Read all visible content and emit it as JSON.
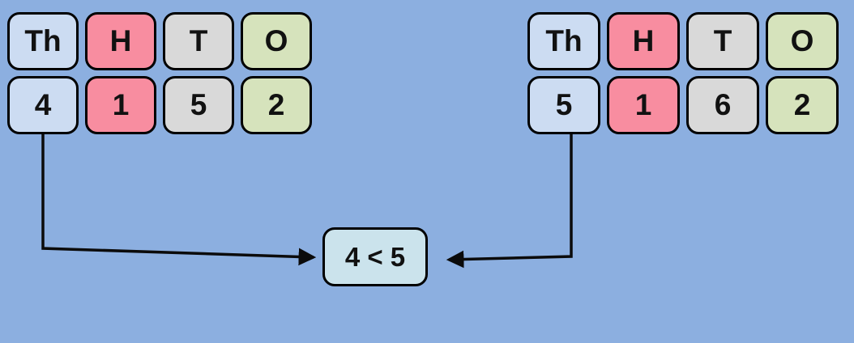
{
  "colors": {
    "background": "#8cafe0",
    "cell-border": "#000000",
    "thousands": "#ccdcf2",
    "hundreds": "#f88da0",
    "tens": "#d9d9d9",
    "ones": "#d6e3bc",
    "comparison-fill": "#cbe3ec",
    "arrow": "#0b0b0b"
  },
  "left_number": {
    "headers": {
      "thousands": "Th",
      "hundreds": "H",
      "tens": "T",
      "ones": "O"
    },
    "digits": {
      "thousands": "4",
      "hundreds": "1",
      "tens": "5",
      "ones": "2"
    }
  },
  "right_number": {
    "headers": {
      "thousands": "Th",
      "hundreds": "H",
      "tens": "T",
      "ones": "O"
    },
    "digits": {
      "thousands": "5",
      "hundreds": "1",
      "tens": "6",
      "ones": "2"
    }
  },
  "comparison": {
    "result": "4 < 5"
  }
}
